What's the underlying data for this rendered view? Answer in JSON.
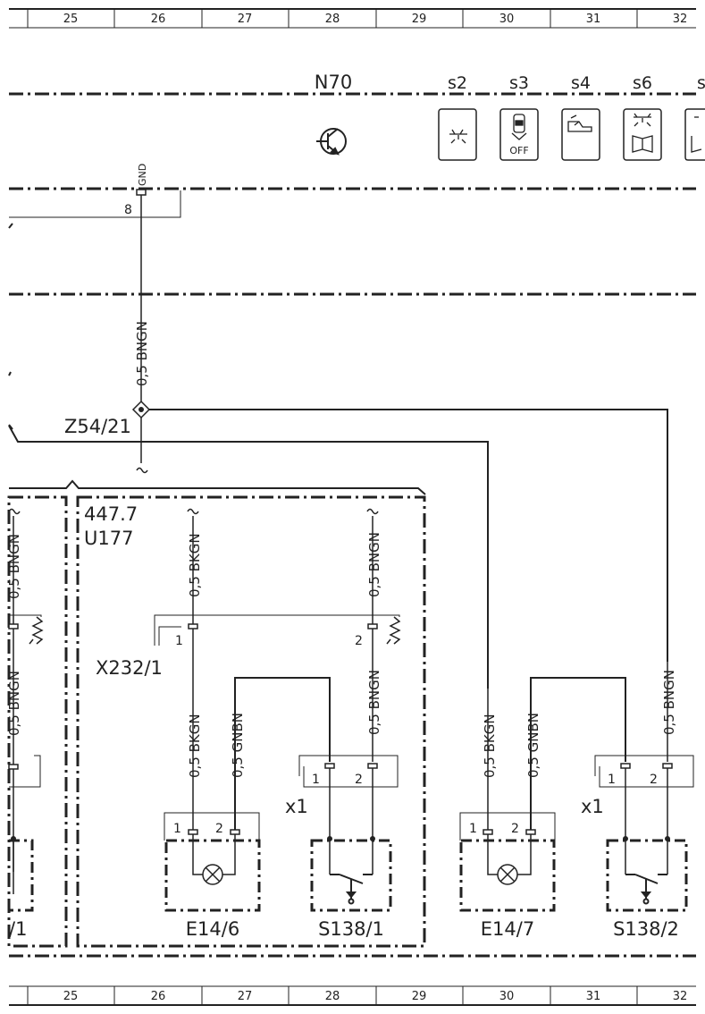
{
  "ruler": {
    "top_numbers": [
      "25",
      "26",
      "27",
      "28",
      "29",
      "30",
      "31",
      "32"
    ],
    "bottom_numbers": [
      "25",
      "26",
      "27",
      "28",
      "29",
      "30",
      "31",
      "32"
    ]
  },
  "module": {
    "name": "N70",
    "switches": [
      "s2",
      "s3",
      "s4",
      "s6",
      "s"
    ],
    "s3_badge": "OFF",
    "ground_pin_label": "GND",
    "ground_pin_number": "8"
  },
  "junction": {
    "name": "Z54/21"
  },
  "unit": {
    "code": "447.7",
    "name": "U177"
  },
  "connector": {
    "name": "X232/1",
    "pin1": "1",
    "pin2": "2"
  },
  "wires": {
    "gnd": "0,5 BNGN",
    "left_top": "0,5 BNGN",
    "left_mid": "0,5 BNGN",
    "u_bkgn_top": "0,5 BKGN",
    "u_bngn_top": "0,5 BNGN",
    "u_bkgn_bot": "0,5 BKGN",
    "u_gnbn": "0,5 GNBN",
    "u_bngn_bot": "0,5 BNGN",
    "r_bkgn": "0,5 BKGN",
    "r_gnbn": "0,5 GNBN",
    "r_bngn": "0,5 BNGN"
  },
  "plugs": {
    "x1_a": "x1",
    "x1_b": "x1",
    "pin1": "1",
    "pin2": "2"
  },
  "components": {
    "left_partial": "/1",
    "e14_6": "E14/6",
    "s138_1": "S138/1",
    "e14_7": "E14/7",
    "s138_2": "S138/2"
  }
}
